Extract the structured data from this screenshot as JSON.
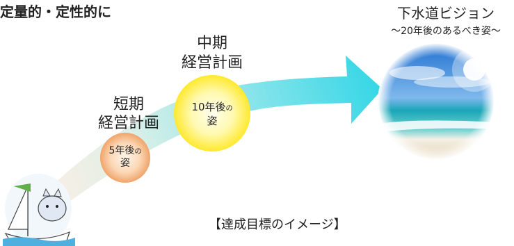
{
  "heading": "定量的・定性的に",
  "short_term": {
    "label_line1": "短期",
    "label_line2": "経営計画",
    "circle_main": "5年後",
    "circle_small": "の",
    "circle_line2": "姿"
  },
  "mid_term": {
    "label_line1": "中期",
    "label_line2": "経営計画",
    "circle_main": "10年後",
    "circle_small": "の",
    "circle_line2": "姿"
  },
  "vision": {
    "title": "下水道ビジョン",
    "subtitle": "～20年後のあるべき姿～"
  },
  "caption": "【達成目標のイメージ】",
  "colors": {
    "arrow": "#3fd4e0",
    "short_circle": "#f6b27a",
    "mid_circle": "#fff45a",
    "sky": "#2f7fd6",
    "sea": "#1aa7b8",
    "sand": "#e9d6ae"
  },
  "icons": {
    "mascot": "sailboat-mascot-icon"
  }
}
